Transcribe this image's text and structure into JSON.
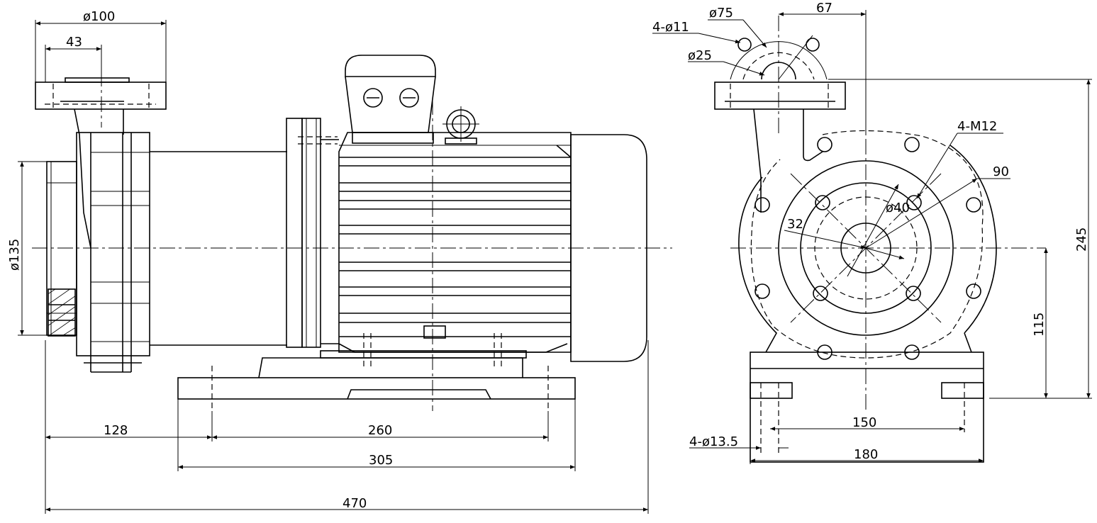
{
  "side_view": {
    "dims": {
      "inlet_flange_dia": "ø100",
      "inlet_offset": "43",
      "outlet_dia": "ø135",
      "to_foot": "128",
      "foot_spacing": "260",
      "base_length": "305",
      "overall_length": "470"
    }
  },
  "end_view": {
    "dims": {
      "flange_bolt_pcd": "ø75",
      "flange_holes": "4-ø11",
      "flange_bore": "ø25",
      "center_offset": "67",
      "tapped_holes": "4-M12",
      "pcd_90": "90",
      "dia_40": "ø40",
      "r_32": "32",
      "total_height": "245",
      "center_height": "115",
      "foot_hole_spacing": "150",
      "foot_holes": "4-ø13.5",
      "base_width": "180"
    }
  }
}
